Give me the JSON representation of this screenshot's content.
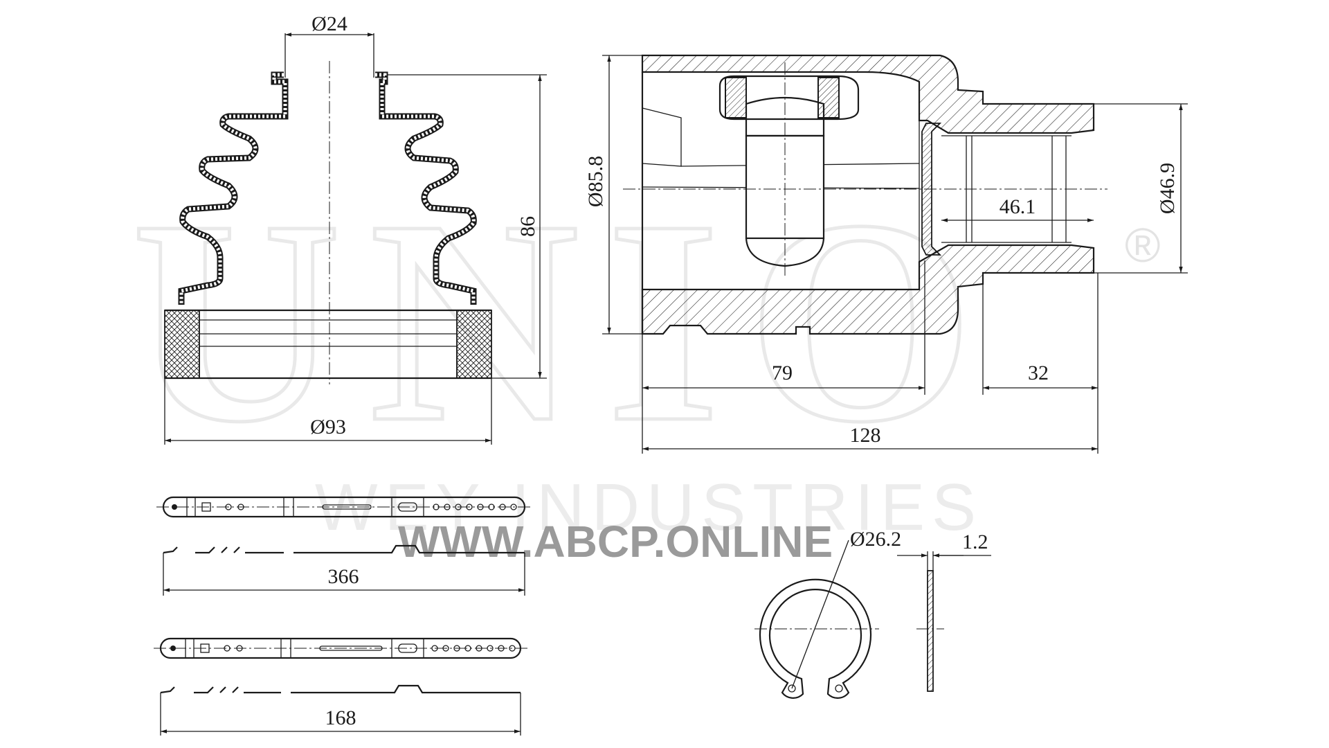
{
  "watermark": {
    "brand": "UNIO",
    "company": "WEY INDUSTRIES",
    "registered": "®",
    "url": "WWW.ABCP.ONLINE"
  },
  "dimensions": {
    "boot_top_diameter": "Ø24",
    "boot_height": "86",
    "boot_bottom_diameter": "Ø93",
    "joint_outer_diameter": "Ø85.8",
    "joint_inner_dim": "46.1",
    "joint_stem_diameter": "Ø46.9",
    "joint_body_length": "79",
    "joint_stem_length": "32",
    "joint_total_length": "128",
    "clamp_long_length": "366",
    "clamp_short_length": "168",
    "circlip_diameter": "Ø26.2",
    "circlip_thickness": "1.2"
  },
  "colors": {
    "line": "#1a1a1a",
    "watermark": "#e9e9e9",
    "url_watermark": "#9a9a9a"
  }
}
